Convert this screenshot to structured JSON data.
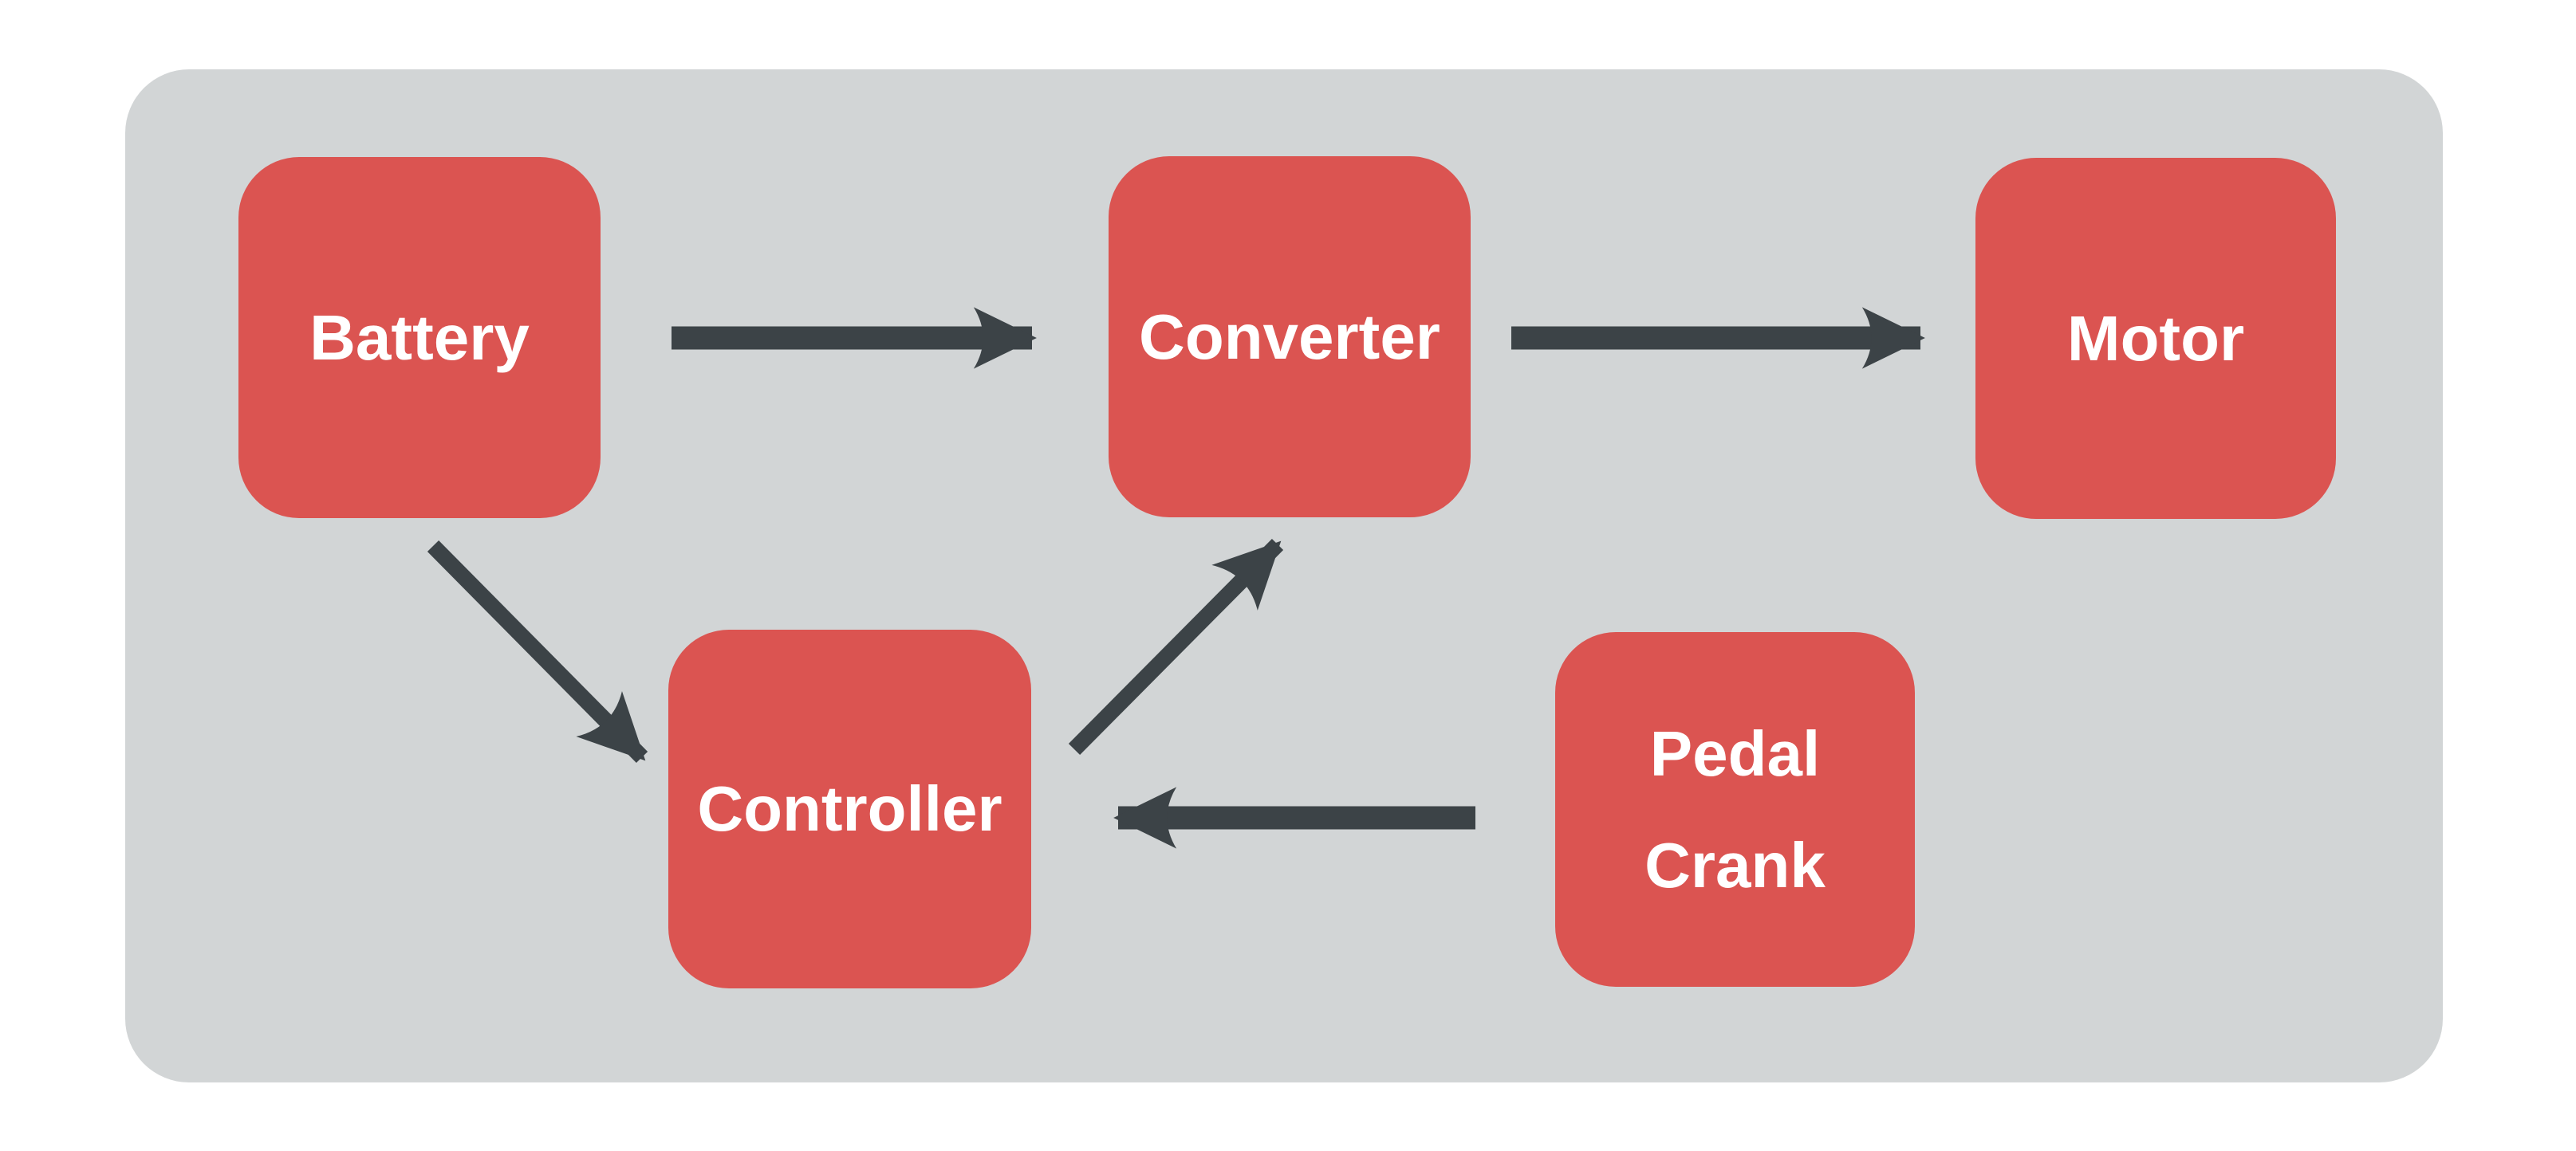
{
  "diagram": {
    "type": "flowchart",
    "description": "Power flow diagram with five component blocks connected by arrows"
  },
  "nodes": [
    {
      "id": "battery",
      "label": "Battery"
    },
    {
      "id": "converter",
      "label": "Converter"
    },
    {
      "id": "motor",
      "label": "Motor"
    },
    {
      "id": "controller",
      "label": "Controller"
    },
    {
      "id": "pedal_crank",
      "label": "Pedal\nCrank"
    }
  ],
  "edges": [
    {
      "from": "battery",
      "to": "converter"
    },
    {
      "from": "converter",
      "to": "motor"
    },
    {
      "from": "battery",
      "to": "controller"
    },
    {
      "from": "controller",
      "to": "converter"
    },
    {
      "from": "pedal_crank",
      "to": "controller"
    }
  ],
  "colors": {
    "page_bg": "#ffffff",
    "panel_bg": "#d2d5d6",
    "node_fill": "#db5451",
    "node_text": "#ffffff",
    "arrow": "#3c4347"
  }
}
